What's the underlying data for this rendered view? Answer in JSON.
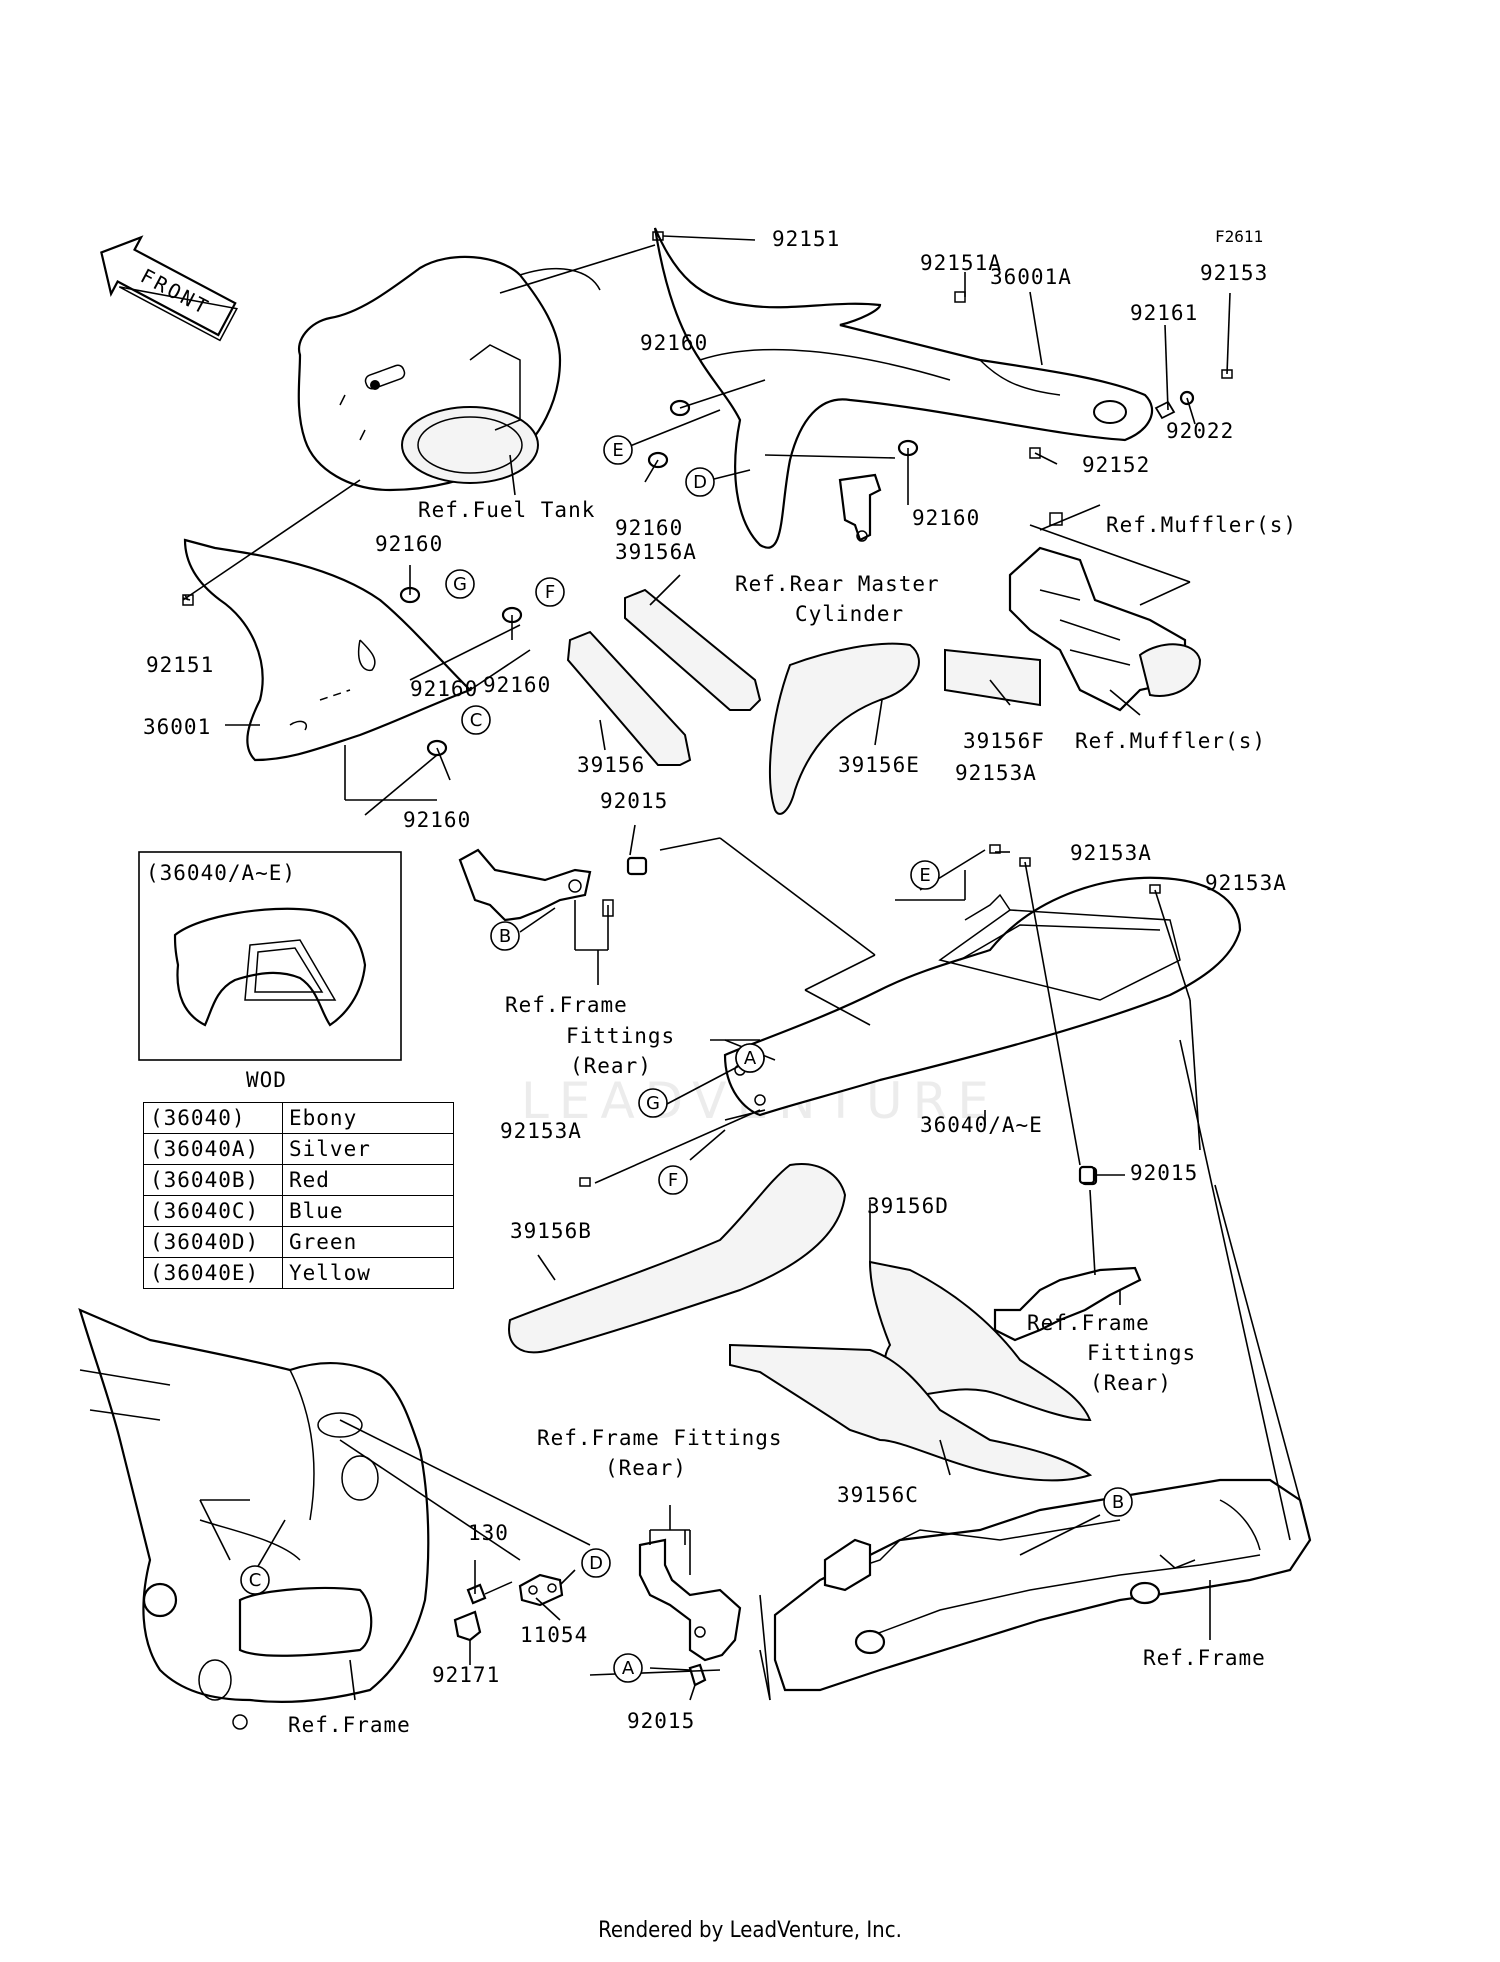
{
  "figure_code": "F2611",
  "front_label": "FRONT",
  "footer": "Rendered by LeadVenture, Inc.",
  "watermark": "LEADVENTURE",
  "part_labels": [
    "92151",
    "92151A",
    "36001A",
    "92161",
    "92153",
    "92160",
    "92022",
    "92152",
    "Ref.Fuel Tank",
    "92160",
    "Ref.Muffler(s)",
    "92160",
    "92160",
    "39156A",
    "Ref.Rear Master",
    "Cylinder",
    "92151",
    "92160",
    "36001",
    "92160",
    "39156",
    "39156E",
    "39156F",
    "92153A",
    "Ref.Muffler(s)",
    "92160",
    "92015",
    "92153A",
    "92153A",
    "Ref.Frame",
    "Fittings",
    "(Rear)",
    "92153A",
    "36040/A~E",
    "92015",
    "39156B",
    "39156D",
    "Ref.Frame",
    "Fittings",
    "(Rear)",
    "Ref.Frame Fittings",
    "(Rear)",
    "39156C",
    "130",
    "11054",
    "92171",
    "Ref.Frame",
    "92015",
    "Ref.Frame"
  ],
  "callouts": [
    "E",
    "D",
    "G",
    "F",
    "C",
    "B",
    "A",
    "E",
    "A",
    "G",
    "F",
    "B",
    "C",
    "D",
    "A"
  ],
  "wod": {
    "box_title": "(36040/A~E)",
    "label": "WOD",
    "rows": [
      {
        "code": "(36040)",
        "color": "Ebony"
      },
      {
        "code": "(36040A)",
        "color": "Silver"
      },
      {
        "code": "(36040B)",
        "color": "Red"
      },
      {
        "code": "(36040C)",
        "color": "Blue"
      },
      {
        "code": "(36040D)",
        "color": "Green"
      },
      {
        "code": "(36040E)",
        "color": "Yellow"
      }
    ]
  }
}
